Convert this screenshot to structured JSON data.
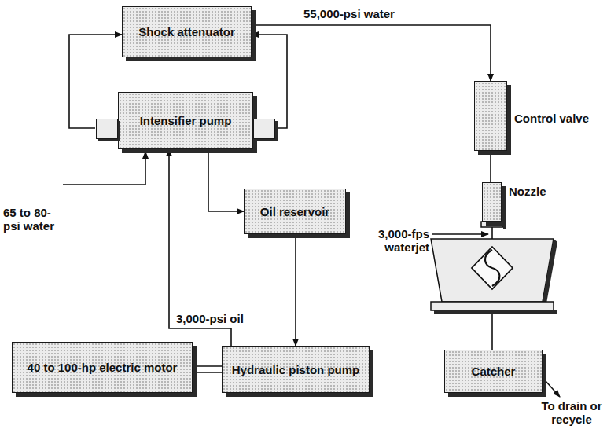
{
  "diagram": {
    "nodes": [
      {
        "text": [
          "Shock attenuator"
        ]
      },
      {
        "text": [
          "Intensifier pump"
        ]
      },
      {
        "text": [
          "Oil reservoir"
        ]
      },
      {
        "text": [
          "40 to 100-hp electric motor"
        ]
      },
      {
        "text": [
          "Hydraulic piston pump"
        ]
      },
      {
        "text": [
          "Control valve"
        ]
      },
      {
        "text": [
          "Nozzle"
        ]
      },
      {
        "text": [
          "Catcher"
        ]
      }
    ],
    "edges": [
      {
        "from": 1,
        "to": 0,
        "arrow": "to"
      },
      {
        "from": 1,
        "to": 0,
        "arrow": "to"
      },
      {
        "from": 0,
        "to": 5,
        "label": "55,000-psi water",
        "arrow": "to"
      },
      {
        "from": 1,
        "to": 2,
        "arrow": "to"
      },
      {
        "from": 2,
        "to": 4,
        "arrow": "to"
      },
      {
        "from": 4,
        "to": 1,
        "label": "3,000-psi oil",
        "arrow": "to"
      },
      {
        "from": 3,
        "to": 4,
        "arrow": "none"
      },
      {
        "from": 5,
        "to": 6,
        "arrow": "none"
      }
    ],
    "labels": [
      "65 to 80-psi water",
      "3,000-fps waterjet",
      "To drain or recycle"
    ]
  }
}
